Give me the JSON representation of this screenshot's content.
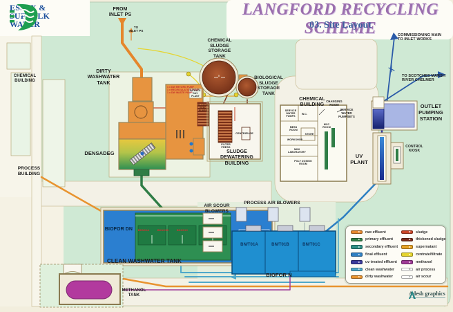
{
  "header": {
    "logo_line1": "ESSEX &",
    "logo_line2": "SUFFOLK",
    "logo_line3": "WATER",
    "title": "LANGFORD RECYCLING SCHEME",
    "subtitle": "03. Site Layout"
  },
  "flows": {
    "from_inlet_ps": "FROM\nINLET PS",
    "to_inlet_ps": "TO\nINLET PS",
    "commissioning_main": "COMMISSIONING MAIN\nTO INLET WORKS",
    "to_scotches_marsh": "TO SCOTCHES MARSH\nRIVER CHELMER"
  },
  "site": {
    "chemical_building_left": "CHEMICAL\nBUILDING",
    "process_building_left": "PROCESS\nBUILDING",
    "dirty_washwater_tank": "DIRTY\nWASHWATER\nTANK",
    "densadeg": "DENSADEG",
    "dw_pump_notes": "1 x DW RETURN PUMP\n1 x RECIRCULATION PUMP\n1 x DW WASTE PUMP",
    "nitrate_day_plant": "NITRATE\nDAY\nPLANT",
    "sludge_feed_pumps": "SLUDGE\nFEED\nPUMPS",
    "chemical_sludge_storage_tank": "CHEMICAL\nSLUDGE\nSTORAGE\nTANK",
    "biological_sludge_storage_tank": "BIOLOGICAL\nSLUDGE\nSTORAGE\nTANK",
    "sludge_dewatering_building": "SLUDGE\nDEWATERING\nBUILDING",
    "filter_press": "FILTER\nPRESS",
    "centrifuge": "CENTRIFUGE",
    "chemical_building": "CHEMICAL\nBUILDING",
    "rooms": {
      "service_water_pumps": "SERVICE\nWATER\nPUMPS",
      "wc": "W.C.",
      "mess_room": "MESS\nROOM",
      "store": "STORE",
      "workshop": "WORKSHOP",
      "mini_laboratory": "MINI\nLABORATORY",
      "poly_dosing_room": "POLY DOSING\nROOM",
      "mcc_room": "MCC\nROOM",
      "changing_room": "CHANGING\nROOM",
      "service_water_pumpsets": "SERVICE\nWATER\nPUMPSETS"
    },
    "outlet_pumping_station": "OUTLET\nPUMPING\nSTATION",
    "uv_plant": "UV\nPLANT",
    "control_kiosk": "CONTROL\nKIOSK",
    "air_scour_blowers": "AIR SCOUR\nBLOWERS",
    "process_air_blowers": "PROCESS AIR BLOWERS",
    "clean_washwater_tank": "CLEAN WASHWATER TANK",
    "biofor_dn": {
      "label": "BIOFOR DN",
      "cells": [
        "BDN01A",
        "BDN01B",
        "BDN01C"
      ]
    },
    "biofor_n": {
      "label": "BIOFOR N",
      "cells": [
        "BN/T01A",
        "BN/T01B",
        "BN/T01C"
      ]
    },
    "methanol_tank": "METHANOL\nTANK"
  },
  "legend": {
    "left": [
      {
        "label": "raw effluent",
        "color": "#E5862B"
      },
      {
        "label": "primary effluent",
        "color": "#2F7D46"
      },
      {
        "label": "secondary effluent",
        "color": "#2F8F85"
      },
      {
        "label": "final effluent",
        "color": "#2E7FC2"
      },
      {
        "label": "uv treated effluent",
        "color": "#3A3A9C"
      },
      {
        "label": "clean washwater",
        "color": "#4FA8CA"
      },
      {
        "label": "dirty washwater",
        "color": "#E8932F"
      }
    ],
    "right": [
      {
        "label": "sludge",
        "color": "#C94427"
      },
      {
        "label": "thickened sludge",
        "color": "#7A2E1F"
      },
      {
        "label": "supernatant",
        "color": "#E8A428"
      },
      {
        "label": "centrate/filtrate",
        "color": "#E5D42E"
      },
      {
        "label": "methanol",
        "color": "#A03A98"
      },
      {
        "label": "air process",
        "color": "#FFFFFF"
      },
      {
        "label": "air scour",
        "color": "#FFFFFF"
      }
    ]
  },
  "credit": {
    "name": "Adesh graphics"
  }
}
